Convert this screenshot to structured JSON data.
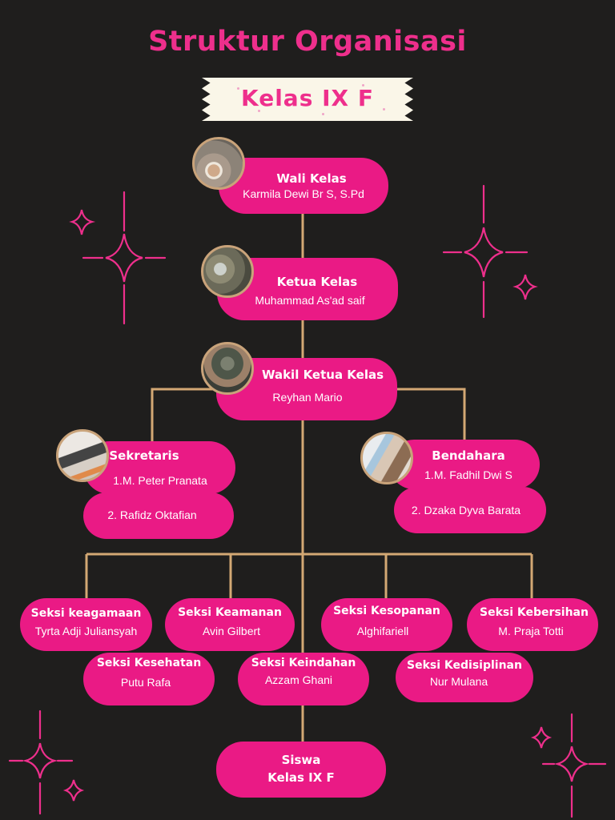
{
  "header": {
    "title": "Struktur Organisasi",
    "subtitle": "Kelas  IX F"
  },
  "wali": {
    "role": "Wali Kelas",
    "name": "Karmila Dewi Br S, S.Pd"
  },
  "ketua": {
    "role": "Ketua Kelas",
    "name": "Muhammad As'ad saif"
  },
  "wakil": {
    "role": "Wakil Ketua Kelas",
    "name": "Reyhan Mario"
  },
  "sekretaris": {
    "role": "Sekretaris",
    "member1": "1.M. Peter Pranata",
    "member2": "2. Rafidz Oktafian"
  },
  "bendahara": {
    "role": "Bendahara",
    "member1": "1.M. Fadhil Dwi S",
    "member2": "2. Dzaka Dyva Barata"
  },
  "seksi": {
    "keagamaan": {
      "role": "Seksi keagamaan",
      "name": "Tyrta Adji Juliansyah"
    },
    "keamanan": {
      "role": "Seksi Keamanan",
      "name": "Avin Gilbert"
    },
    "kesopanan": {
      "role": "Seksi Kesopanan",
      "name": "Alghifariell"
    },
    "kebersihan": {
      "role": "Seksi Kebersihan",
      "name": "M. Praja Totti"
    },
    "kesehatan": {
      "role": "Seksi Kesehatan",
      "name": "Putu Rafa"
    },
    "keindahan": {
      "role": "Seksi Keindahan",
      "name": "Azzam Ghani"
    },
    "kedisiplinan": {
      "role": "Seksi Kedisiplinan",
      "name": "Nur Mulana"
    }
  },
  "siswa": {
    "line1": "Siswa",
    "line2": "Kelas IX F"
  },
  "colors": {
    "background": "#1f1e1d",
    "accent": "#ea1a85",
    "connector": "#d3a874",
    "tape": "#faf6e8"
  },
  "icons": [
    "wali-photo",
    "ketua-photo",
    "wakil-photo",
    "sekretaris-photo",
    "bendahara-photo",
    "sparkle-icon"
  ]
}
